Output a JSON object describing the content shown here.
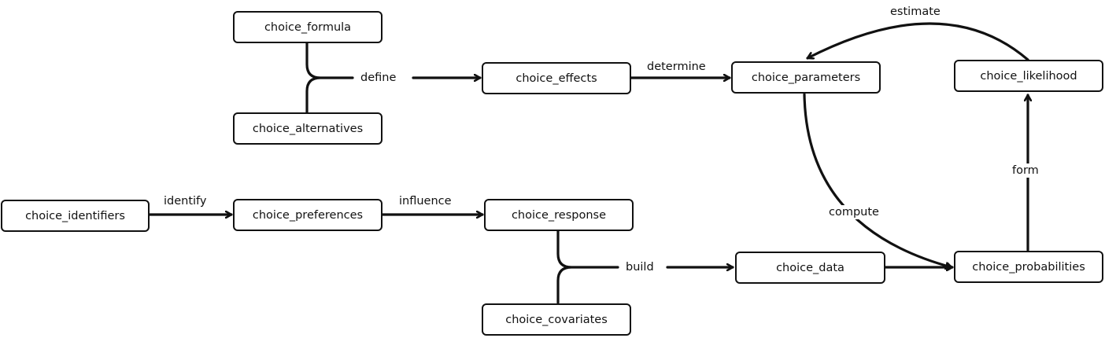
{
  "nodes": {
    "choice_formula": "choice_formula",
    "choice_alternatives": "choice_alternatives",
    "choice_effects": "choice_effects",
    "choice_parameters": "choice_parameters",
    "choice_likelihood": "choice_likelihood",
    "choice_identifiers": "choice_identifiers",
    "choice_preferences": "choice_preferences",
    "choice_response": "choice_response",
    "choice_covariates": "choice_covariates",
    "choice_data": "choice_data",
    "choice_probabilities": "choice_probabilities"
  },
  "edges": {
    "define": "define",
    "determine": "determine",
    "estimate": "estimate",
    "identify": "identify",
    "influence": "influence",
    "compute": "compute",
    "form": "form",
    "build": "build"
  },
  "colors": {
    "stroke": "#111111",
    "background": "#ffffff"
  }
}
